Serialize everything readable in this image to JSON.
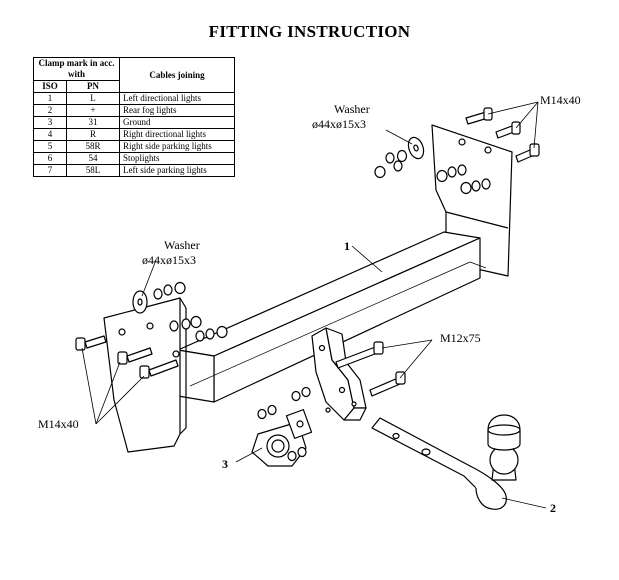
{
  "title": "FITTING INSTRUCTION",
  "table": {
    "header_group": "Clamp mark in acc. with",
    "col_iso": "ISO",
    "col_pn": "PN",
    "col_cables": "Cables joining",
    "rows": [
      {
        "iso": "1",
        "pn": "L",
        "cable": "Left directional lights"
      },
      {
        "iso": "2",
        "pn": "+",
        "cable": "Rear fog lights"
      },
      {
        "iso": "3",
        "pn": "31",
        "cable": "Ground"
      },
      {
        "iso": "4",
        "pn": "R",
        "cable": "Right directional lights"
      },
      {
        "iso": "5",
        "pn": "58R",
        "cable": "Right side parking lights"
      },
      {
        "iso": "6",
        "pn": "54",
        "cable": "Stoplights"
      },
      {
        "iso": "7",
        "pn": "58L",
        "cable": "Left side parking lights"
      }
    ]
  },
  "labels": {
    "washer_right_name": "Washer",
    "washer_right_size": "ø44xø15x3",
    "washer_left_name": "Washer",
    "washer_left_size": "ø44xø15x3",
    "bolt_right": "M14x40",
    "bolt_left": "M14x40",
    "bolt_mid": "M12x75",
    "part_1": "1",
    "part_2": "2",
    "part_3": "3"
  }
}
